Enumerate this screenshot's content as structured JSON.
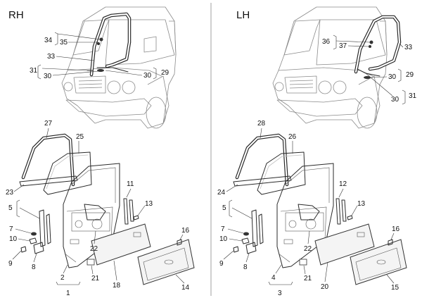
{
  "panels": {
    "right": {
      "title": "RH",
      "callouts": [
        "34",
        "35",
        "33",
        "31",
        "30",
        "30",
        "29",
        "27",
        "25",
        "23",
        "5",
        "7",
        "10",
        "9",
        "8",
        "2",
        "1",
        "22",
        "11",
        "13",
        "21",
        "18",
        "16",
        "14"
      ]
    },
    "left": {
      "title": "LH",
      "callouts": [
        "36",
        "37",
        "33",
        "30",
        "29",
        "31",
        "30",
        "28",
        "26",
        "24",
        "5",
        "7",
        "10",
        "9",
        "8",
        "4",
        "3",
        "22",
        "12",
        "13",
        "21",
        "20",
        "16",
        "15"
      ]
    }
  }
}
